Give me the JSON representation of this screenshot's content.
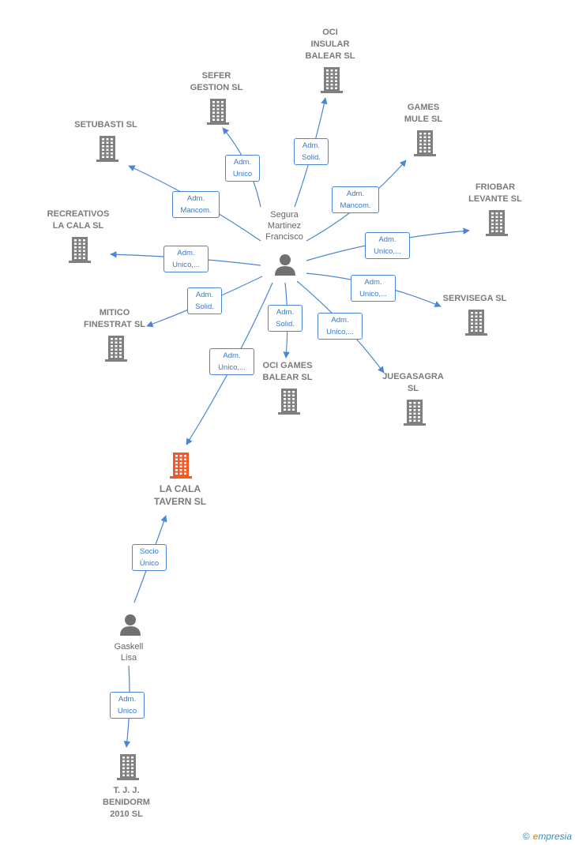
{
  "colors": {
    "edge": "#4a86d4",
    "building": "#808080",
    "focus_building": "#f05a28",
    "person": "#707070",
    "role_text": "#3a78c9"
  },
  "people": {
    "segura": {
      "label": "Segura\nMartinez\nFrancisco",
      "icon": "person-icon"
    },
    "gaskell": {
      "label": "Gaskell\nLisa",
      "icon": "person-icon"
    }
  },
  "companies": {
    "oci_insular": "OCI\nINSULAR\nBALEAR  SL",
    "sefer": "SEFER\nGESTION  SL",
    "games_mule": "GAMES\nMULE SL",
    "setubasti": "SETUBASTI  SL",
    "friobar": "FRIOBAR\nLEVANTE SL",
    "recreativos": "RECREATIVOS\nLA CALA  SL",
    "mitico": "MITICO\nFINESTRAT  SL",
    "servisega": "SERVISEGA  SL",
    "oci_games": "OCI GAMES\nBALEAR  SL",
    "juegasagra": "JUEGASAGRA\nSL",
    "la_cala": "LA CALA\nTAVERN  SL",
    "tjj": "T.  J. J.\nBENIDORM\n2010 SL"
  },
  "roles": {
    "oci_insular": "Adm.\nSolid.",
    "sefer": "Adm.\nUnico",
    "games_mule": "Adm.\nMancom.",
    "setubasti": "Adm.\nMancom.",
    "friobar": "Adm.\nUnico,...",
    "recreativos": "Adm.\nUnico,...",
    "mitico": "Adm.\nSolid.",
    "servisega": "Adm.\nUnico,...",
    "oci_games": "Adm.\nSolid.",
    "juegasagra": "Adm.\nUnico,...",
    "la_cala": "Adm.\nUnico,...",
    "gaskell_la_cala": "Socio\nÚnico",
    "gaskell_tjj": "Adm.\nUnico"
  },
  "footer": {
    "copyright": "©",
    "brand_initial": "e",
    "brand_rest": "mpresia"
  }
}
